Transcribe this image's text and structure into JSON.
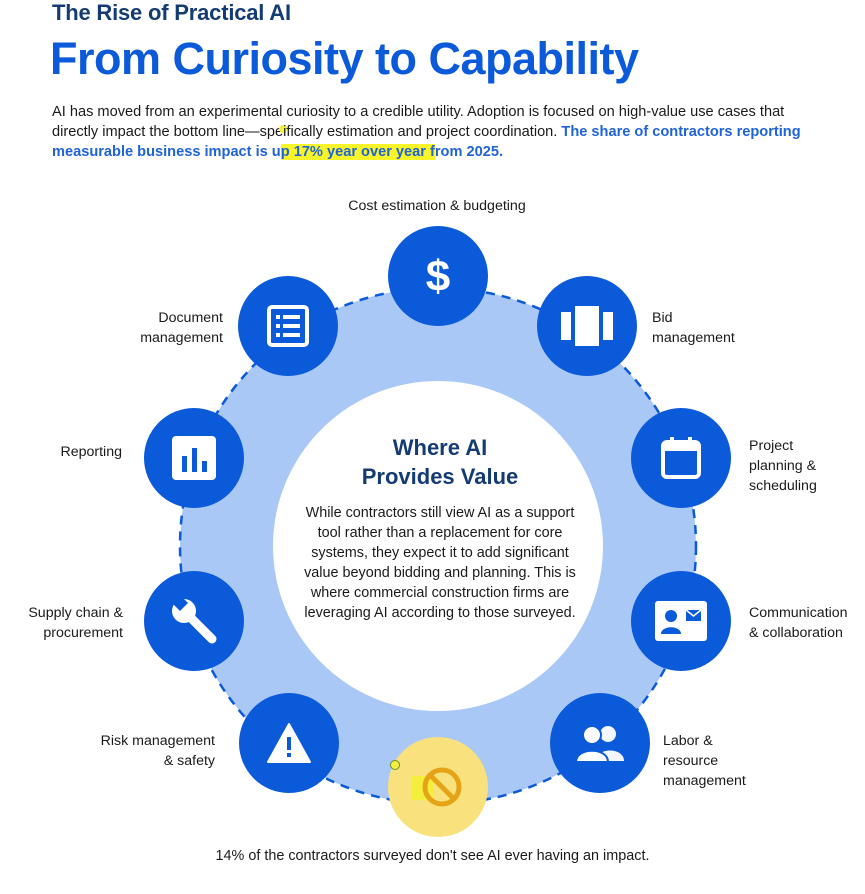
{
  "header": {
    "kicker": "The Rise of Practical AI",
    "title": "From Curiosity to Capability"
  },
  "intro": {
    "part1": "AI has moved from an experimental curiosity to a credible utility. Adoption is focused on high-value use cases that directly impact the bottom line—spe",
    "part2": "ifically estimation and project coordination. ",
    "highlight_a": "The share of contractors reporting measurable business impact is u",
    "highlight_b": "p 17% year over year f",
    "highlight_c": "rom 2025."
  },
  "hub": {
    "title_line1": "Where AI",
    "title_line2": "Provides Value",
    "text": "While contractors still view AI as a support tool rather than a replacement for core systems, they expect it to add significant value beyond bidding and planning. This is where commercial construction firms are leveraging AI according to those surveyed."
  },
  "use_cases": [
    {
      "label": "Cost estimation & budgeting",
      "icon": "dollar-icon"
    },
    {
      "label_lines": [
        "Bid",
        "management"
      ],
      "icon": "panels-icon"
    },
    {
      "label_lines": [
        "Project",
        "planning &",
        "scheduling"
      ],
      "icon": "calendar-icon"
    },
    {
      "label_lines": [
        "Communication",
        "& collaboration"
      ],
      "icon": "contact-card-icon"
    },
    {
      "label_lines": [
        "Labor &",
        "resource",
        "management"
      ],
      "icon": "people-icon"
    },
    {
      "icon": "no-symbol-icon"
    },
    {
      "label_lines": [
        "Risk management",
        "& safety"
      ],
      "icon": "warning-icon"
    },
    {
      "label_lines": [
        "Supply chain &",
        "procurement"
      ],
      "icon": "wrench-icon"
    },
    {
      "label": "Reporting",
      "icon": "bar-chart-icon"
    },
    {
      "label_lines": [
        "Document",
        "management"
      ],
      "icon": "document-list-icon"
    }
  ],
  "footnote": "14% of the contractors surveyed don't see AI ever having an impact.",
  "colors": {
    "brand_blue": "#0b5ad9",
    "navy": "#143c73",
    "ring_fill": "#a9c8f5",
    "highlight_yellow": "#f7f52a",
    "no_impact_fill": "#f9e27d",
    "no_impact_icon": "#e5a418"
  }
}
